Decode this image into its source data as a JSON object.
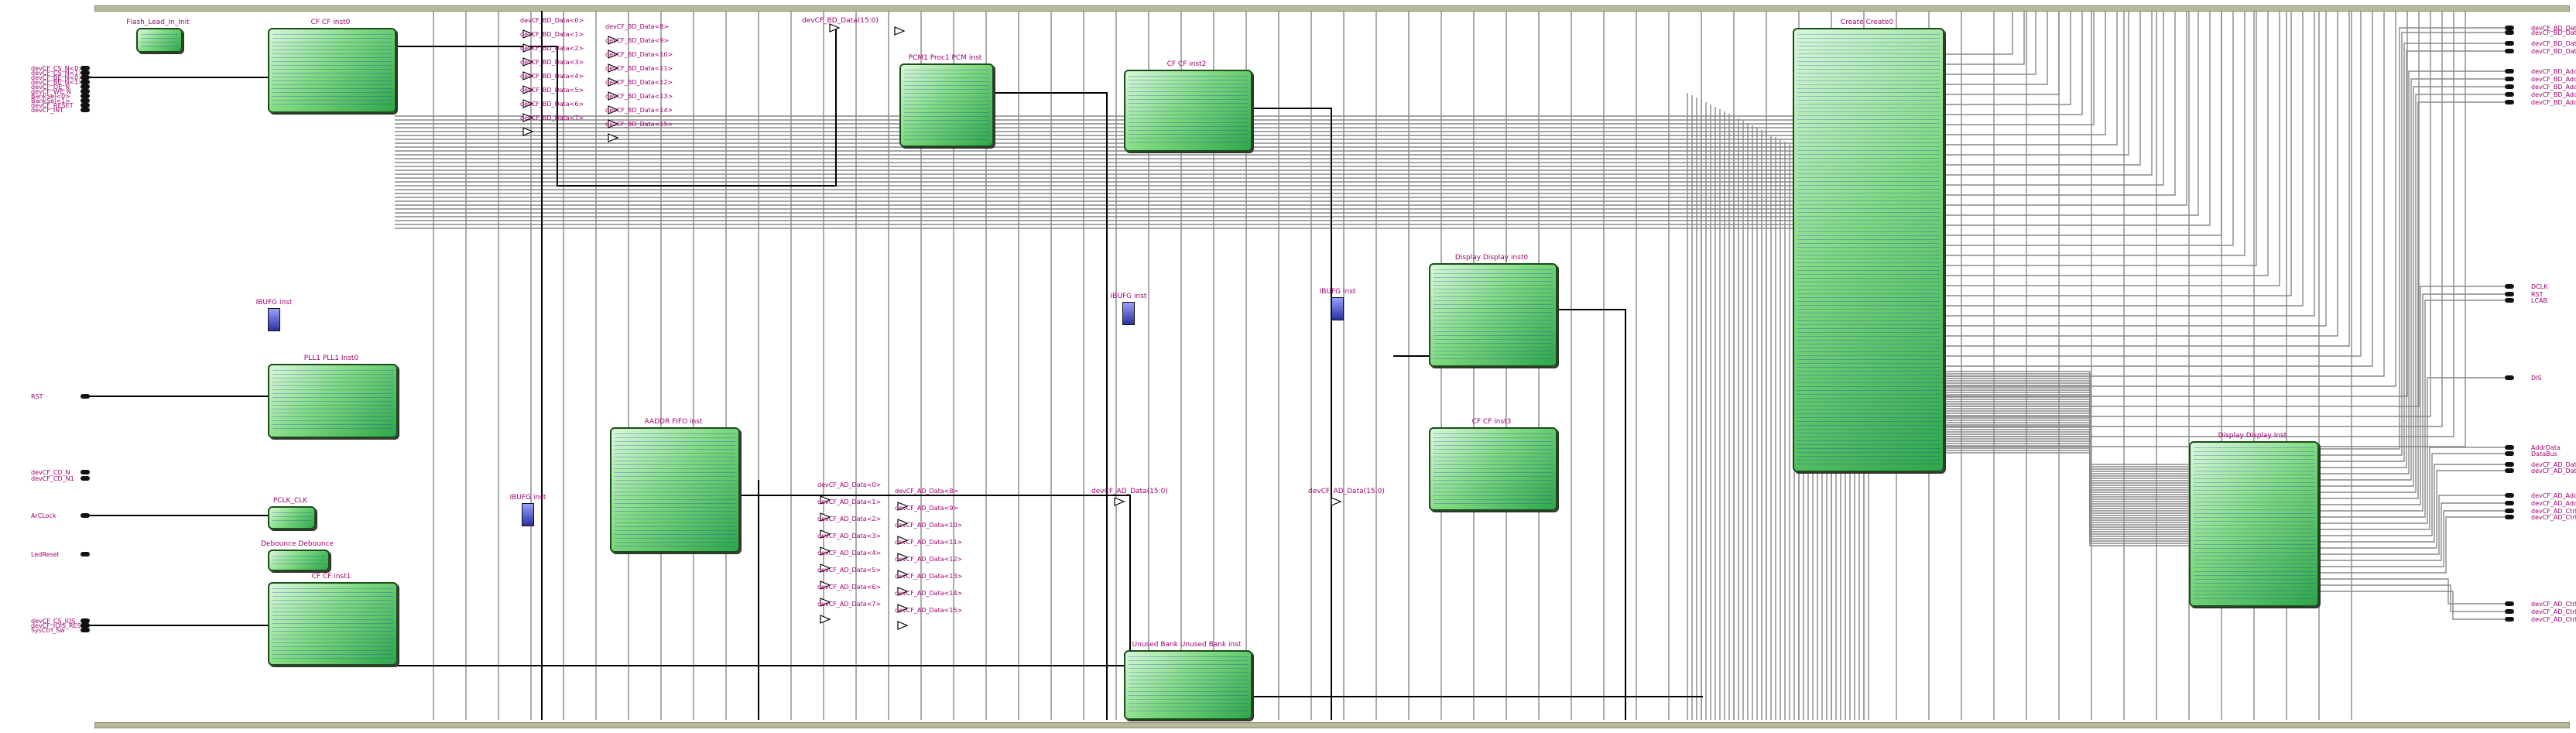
{
  "title": "",
  "blocks": [
    {
      "id": "b1",
      "name": "FlashLeadIn_init",
      "title": "Flash_Lead_In_Init"
    },
    {
      "id": "b2",
      "name": "cf-cf-inst",
      "title": "CF CF inst0"
    },
    {
      "id": "b3",
      "name": "pll-clock",
      "title": "PLL1 PLL1 Inst0"
    },
    {
      "id": "b4",
      "name": "pwm-clk",
      "title": "PCLK_CLK"
    },
    {
      "id": "b5",
      "name": "debounce",
      "title": "Debounce Debounce"
    },
    {
      "id": "b6",
      "name": "cf-cf-inst2",
      "title": "CF CF inst1"
    },
    {
      "id": "b7",
      "name": "addr-fifo",
      "title": "AADDR FIFO inst"
    },
    {
      "id": "b8",
      "name": "pcm-proc",
      "title": "PCM1 Proc1 PCM inst"
    },
    {
      "id": "b9",
      "name": "cf-cf-inst3",
      "title": "CF CF inst2"
    },
    {
      "id": "b10",
      "name": "display-disp",
      "title": "Display Display inst0"
    },
    {
      "id": "b11",
      "name": "cf-cf-inst4",
      "title": "CF CF inst3"
    },
    {
      "id": "b12",
      "name": "create-create",
      "title": "Create Create0"
    },
    {
      "id": "b13",
      "name": "display-display2",
      "title": "Display Display Inst"
    },
    {
      "id": "b14",
      "name": "unused-bank",
      "title": "Unused Bank Unused Bank inst"
    }
  ],
  "buffers": [
    {
      "name": "ibufg1",
      "title": "IBUFG inst"
    },
    {
      "name": "ibufg2",
      "title": "IBUFG inst"
    },
    {
      "name": "ibufg3",
      "title": "IBUFG inst"
    },
    {
      "name": "ibufg4",
      "title": "IBUFG inst"
    }
  ],
  "left_ports": [
    "devCF_CS_N<0>",
    "devCF_CS_N<1>",
    "devCF_BE_N<0>",
    "devCF_BE_N<1>",
    "devCF_OE_N",
    "devCF_WE_N",
    "BankSel<0>",
    "BankSel<1>",
    "devCF_RESET",
    "devCF_INT",
    "RST",
    "devCF_CD_N",
    "devCF_CD_N1",
    "ArCLock",
    "LedReset",
    "devCF_CS_IOS",
    "devCF_IOIS_RESET",
    "SysCtrl_Sw"
  ],
  "right_ports": [
    "devCF_BD_Data",
    "devCF_BD_Data",
    "devCF_BD_Data",
    "devCF_BD_Data",
    "devCF_BD_Addr",
    "devCF_BD_Addr",
    "devCF_BD_Addr",
    "devCF_BD_Addr",
    "devCF_BD_Addr",
    "DCLK",
    "RST",
    "LCAB",
    "DIS",
    "AddrData",
    "DataBus",
    "devCF_AD_Data",
    "devCF_AD_Data",
    "devCF_AD_Addr",
    "devCF_AD_Addr",
    "devCF_AD_Ctrl",
    "devCF_AD_Ctrl",
    "devCF_AD_Ctrl",
    "devCF_AD_Ctrl",
    "devCF_AD_Ctrl"
  ],
  "mid_labels_top": [
    "devCF_BD_Data<0>",
    "devCF_BD_Data<1>",
    "devCF_BD_Data<2>",
    "devCF_BD_Data<3>",
    "devCF_BD_Data<4>",
    "devCF_BD_Data<5>",
    "devCF_BD_Data<6>",
    "devCF_BD_Data<7>",
    "devCF_BD_Data<8>",
    "devCF_BD_Data<9>",
    "devCF_BD_Data<10>",
    "devCF_BD_Data<11>",
    "devCF_BD_Data<12>",
    "devCF_BD_Data<13>",
    "devCF_BD_Data<14>",
    "devCF_BD_Data<15>"
  ],
  "mid_labels_bottom": [
    "devCF_AD_Data<0>",
    "devCF_AD_Data<1>",
    "devCF_AD_Data<2>",
    "devCF_AD_Data<3>",
    "devCF_AD_Data<4>",
    "devCF_AD_Data<5>",
    "devCF_AD_Data<6>",
    "devCF_AD_Data<7>",
    "devCF_AD_Data<8>",
    "devCF_AD_Data<9>",
    "devCF_AD_Data<10>",
    "devCF_AD_Data<11>",
    "devCF_AD_Data<12>",
    "devCF_AD_Data<13>",
    "devCF_AD_Data<14>",
    "devCF_AD_Data<15>"
  ],
  "net_labels": [
    "devCF_BD_Data(15:0)",
    "devCF_AD_Data(15:0)",
    "devCF_AD_Data(15:0)"
  ],
  "colors": {
    "block_light": "#d9f7d9",
    "block_dark": "#2fa64a",
    "wire": "#000000",
    "grey_wire": "#777777",
    "label": "#a0006e",
    "bus": "#b8b89a"
  }
}
